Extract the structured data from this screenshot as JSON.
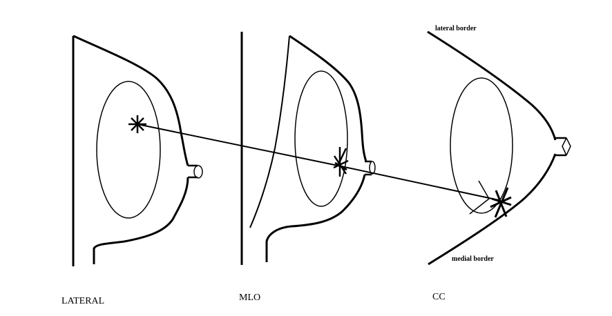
{
  "views": {
    "lateral": {
      "label": "LATERAL"
    },
    "mlo": {
      "label": "MLO"
    },
    "cc": {
      "label": "CC",
      "lateral_border_label": "lateral border",
      "medial_border_label": "medial border"
    }
  },
  "colors": {
    "stroke": "#000000",
    "background": "#ffffff"
  }
}
